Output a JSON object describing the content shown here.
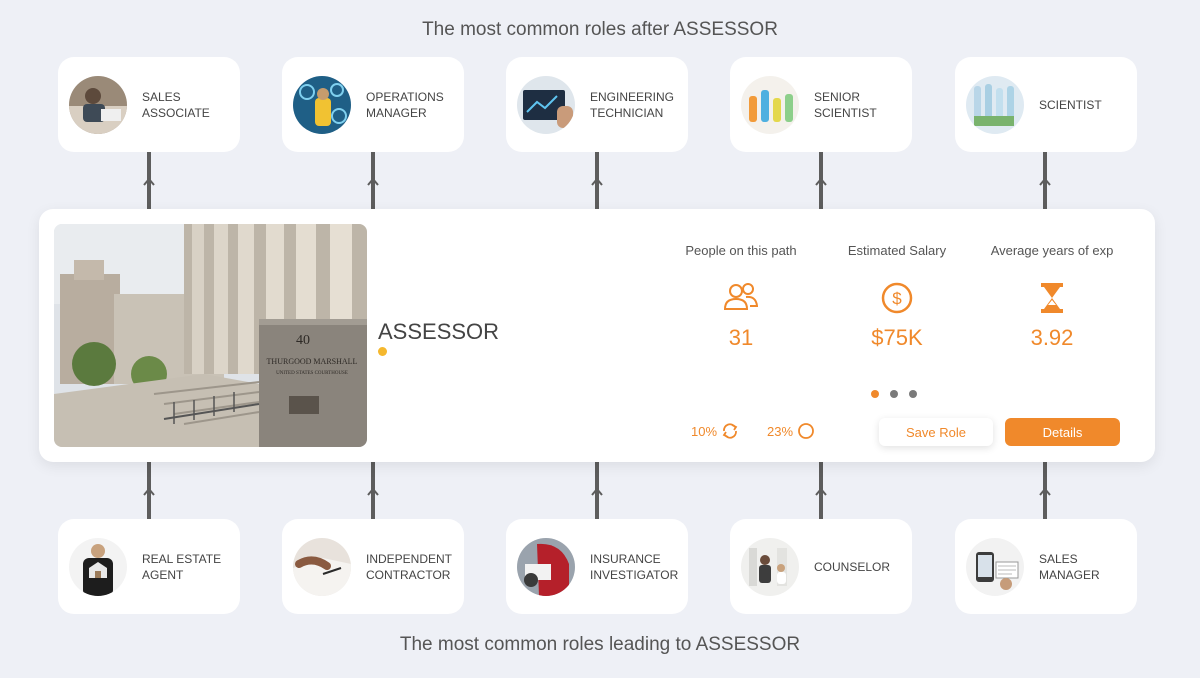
{
  "headings": {
    "after": "The most common roles after ASSESSOR",
    "leading": "The most common roles leading to ASSESSOR"
  },
  "roles_after": [
    {
      "label": "SALES ASSOCIATE",
      "icon": "sales-associate-photo"
    },
    {
      "label": "OPERATIONS MANAGER",
      "icon": "operations-manager-photo"
    },
    {
      "label": "ENGINEERING TECHNICIAN",
      "icon": "engineering-technician-photo"
    },
    {
      "label": "SENIOR SCIENTIST",
      "icon": "senior-scientist-photo"
    },
    {
      "label": "SCIENTIST",
      "icon": "scientist-photo"
    }
  ],
  "roles_leading": [
    {
      "label": "REAL ESTATE AGENT",
      "icon": "real-estate-agent-photo"
    },
    {
      "label": "INDEPENDENT CONTRACTOR",
      "icon": "independent-contractor-photo"
    },
    {
      "label": "INSURANCE INVESTIGATOR",
      "icon": "insurance-investigator-photo"
    },
    {
      "label": "COUNSELOR",
      "icon": "counselor-photo"
    },
    {
      "label": "SALES MANAGER",
      "icon": "sales-manager-photo"
    }
  ],
  "main": {
    "title": "ASSESSOR",
    "photo_text_number": "40",
    "photo_text_name": "THURGOOD MARSHALL",
    "photo_text_sub": "UNITED STATES COURTHOUSE",
    "stats": [
      {
        "label": "People on this path",
        "value": "31",
        "icon": "people-icon"
      },
      {
        "label": "Estimated Salary",
        "value": "$75K",
        "icon": "dollar-icon"
      },
      {
        "label": "Average years of exp",
        "value": "3.92",
        "icon": "hourglass-icon"
      }
    ],
    "pager": {
      "count": 3,
      "active": 0
    },
    "mini_stats": [
      {
        "value": "10%",
        "icon": "refresh-icon"
      },
      {
        "value": "23%",
        "icon": "circle-icon"
      }
    ],
    "save_label": "Save Role",
    "details_label": "Details"
  },
  "colors": {
    "accent": "#f0892b",
    "dot": "#f5b82e",
    "background": "#eef0f6"
  }
}
